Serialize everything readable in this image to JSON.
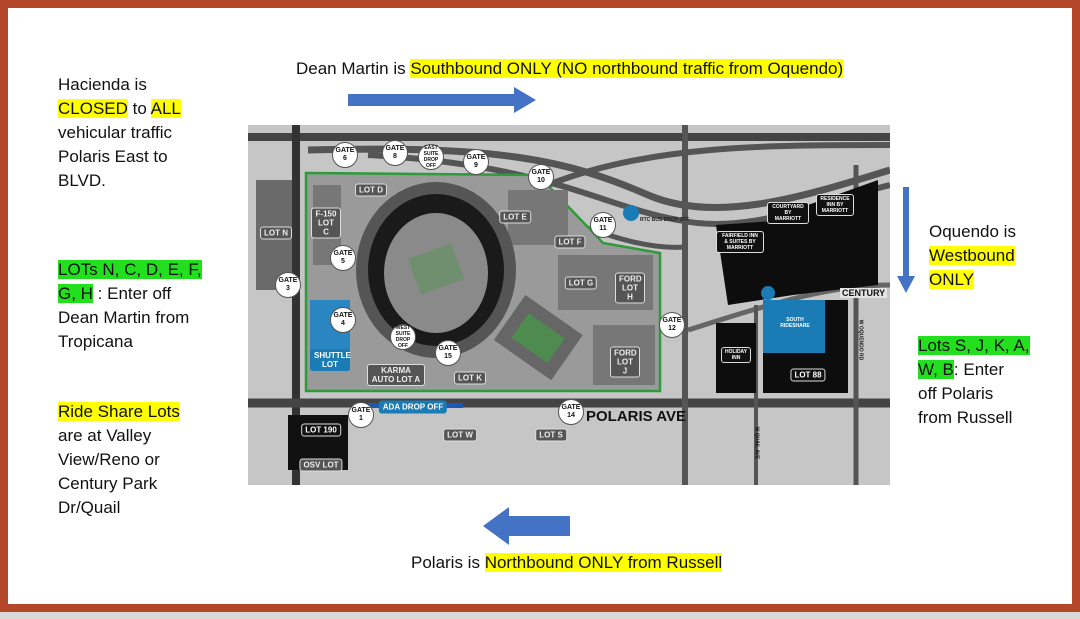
{
  "top_note": {
    "prefix": "Dean Martin is ",
    "highlight": "Southbound ONLY  (NO northbound traffic from Oquendo)"
  },
  "left_notes": {
    "hacienda": {
      "l1": "Hacienda is",
      "closed": "CLOSED",
      "to": " to ",
      "all": "ALL",
      "l3": "vehicular traffic",
      "l4": "Polaris East to",
      "l5": "BLVD."
    },
    "lots": {
      "l1": "LOTs N, C, D, E, F,",
      "l2a": "G, H",
      "l2b": " : Enter off",
      "l3": "Dean Martin from",
      "l4": "Tropicana"
    },
    "rideshare": {
      "l1": "Ride Share Lots",
      "l2": "are at Valley",
      "l3": "View/Reno or",
      "l4": "Century Park",
      "l5": "Dr/Quail"
    }
  },
  "right_notes": {
    "oquendo": {
      "l1": "Oquendo is",
      "l2": "Westbound",
      "l3": "ONLY"
    },
    "lots": {
      "l1": "Lots S, J, K, A,",
      "l2a": "W, B",
      "l2b": ": Enter",
      "l3": "off Polaris",
      "l4": "from Russell"
    }
  },
  "bottom_note": {
    "prefix": "Polaris is ",
    "highlight": "Northbound ONLY from Russell"
  },
  "colors": {
    "border": "#b4462a",
    "arrow": "#4472c4",
    "highlight_yellow": "#ffff00",
    "highlight_green": "#22e01e"
  },
  "map": {
    "gates": [
      "GATE 6",
      "GATE 8",
      "GATE 9",
      "GATE 10",
      "GATE 11",
      "GATE 5",
      "GATE 3",
      "GATE 4",
      "GATE 15",
      "GATE 1",
      "GATE 14",
      "GATE 12"
    ],
    "drop_offs": {
      "east": "EAST SUITE DROP OFF",
      "west": "WEST SUITE DROP OFF",
      "bus": "RTC BUS DROP OFF",
      "ada": "ADA DROP OFF"
    },
    "lots": {
      "n": "LOT N",
      "c": "F-150 LOT C",
      "d": "LOT D",
      "e": "LOT E",
      "f": "LOT F",
      "g": "LOT G",
      "h": "FORD LOT H",
      "j": "FORD LOT J",
      "k": "LOT K",
      "a": "KARMA AUTO LOT A",
      "shuttle": "SHUTTLE LOT",
      "l190": "LOT 190",
      "osv": "OSV LOT",
      "w": "LOT W",
      "s": "LOT S",
      "l88": "LOT 88"
    },
    "hotels": {
      "courtyard": "COURTYARD BY MARRIOTT",
      "residence": "RESIDENCE INN BY MARRIOTT",
      "fairfield": "FAIRFIELD INN & SUITES BY MARRIOTT",
      "holiday": "HOLIDAY INN"
    },
    "south_rideshare": "SOUTH RIDESHARE",
    "streets": {
      "polaris": "POLARIS AVE",
      "century": "CENTURY",
      "oquendo": "W OQUENDO RD",
      "quail": "W QUAIL AVE"
    }
  }
}
